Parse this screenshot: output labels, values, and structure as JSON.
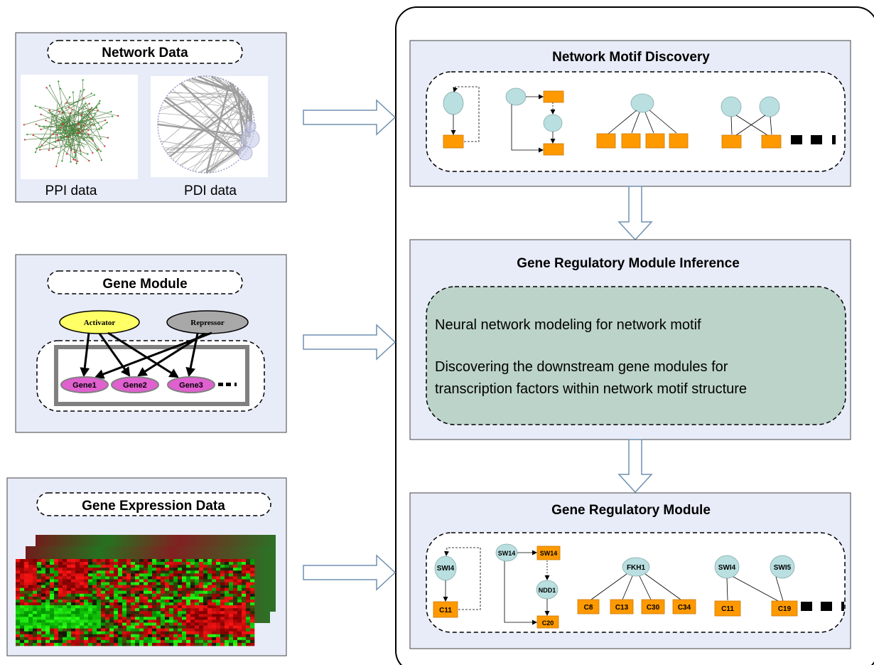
{
  "left_panels": {
    "network_data": {
      "title": "Network Data",
      "ppi_label": "PPI data",
      "pdi_label": "PDI data"
    },
    "gene_module": {
      "title": "Gene Module",
      "activator": "Activator",
      "repressor": "Repressor",
      "genes": [
        "Gene1",
        "Gene2",
        "Gene3"
      ]
    },
    "gene_expression": {
      "title": "Gene Expression Data"
    }
  },
  "right_panels": {
    "motif_discovery": {
      "title": "Network Motif Discovery"
    },
    "module_inference": {
      "title": "Gene Regulatory Module Inference",
      "line1": "Neural network modeling for network motif",
      "line2a": "Discovering the downstream gene modules for",
      "line2b": "transcription factors within network motif structure"
    },
    "regulatory_module": {
      "title": "Gene Regulatory Module",
      "motif1": {
        "tf": "SWI4",
        "target": "C11"
      },
      "motif2": {
        "tf1": "SW14",
        "tf2_box": "SW14",
        "tf3": "NDD1",
        "target": "C20"
      },
      "motif3": {
        "tf": "FKH1",
        "targets": [
          "C8",
          "C13",
          "C30",
          "C34"
        ]
      },
      "motif4": {
        "tfs": [
          "SWI4",
          "SWI5"
        ],
        "targets": [
          "C11",
          "C19"
        ]
      }
    }
  },
  "colors": {
    "panel_fill": "#e8ecf8",
    "tf_node": "#b9dfe0",
    "target_node": "#ff9900",
    "inference_fill": "#bcd3c9",
    "activator": "#ffff66",
    "repressor": "#a8a8a8",
    "gene": "#e060d0"
  }
}
